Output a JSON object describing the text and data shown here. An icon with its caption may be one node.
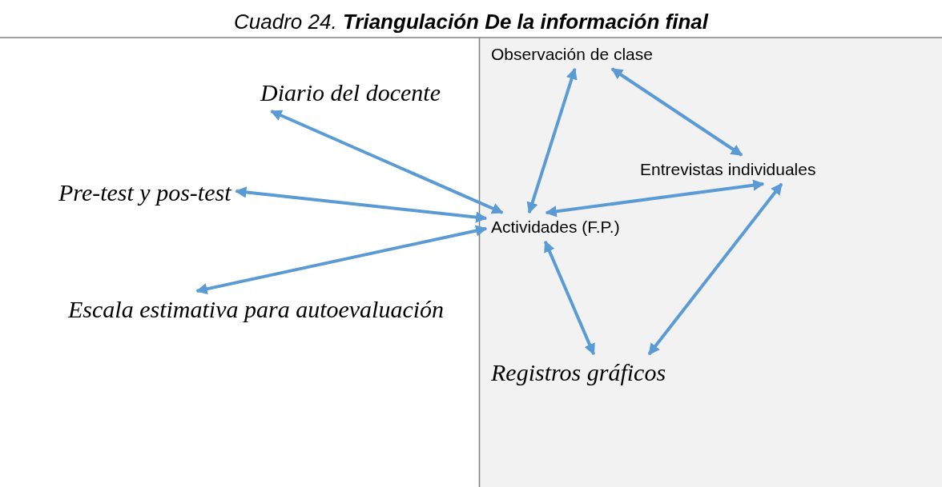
{
  "diagram": {
    "title": "Cuadro 24. **Triangulación** **De la información final**",
    "nodes": [
      {
        "text": [
          "Observación de clase"
        ]
      },
      {
        "text": [
          "Diario del docente"
        ]
      },
      {
        "text": [
          "Entrevistas individuales"
        ]
      },
      {
        "text": [
          "Pre-test y pos-test"
        ]
      },
      {
        "text": [
          "Actividades (F.P.)"
        ]
      },
      {
        "text": [
          "Escala estimativa para autoevaluación"
        ]
      },
      {
        "text": [
          "Registros gráficos"
        ]
      }
    ],
    "edges": [
      {
        "from": 4,
        "to": 0,
        "arrow": "both"
      },
      {
        "from": 0,
        "to": 2,
        "arrow": "both"
      },
      {
        "from": 2,
        "to": 4,
        "arrow": "both"
      },
      {
        "from": 1,
        "to": 4,
        "arrow": "both"
      },
      {
        "from": 3,
        "to": 4,
        "arrow": "both"
      },
      {
        "from": 5,
        "to": 4,
        "arrow": "both"
      },
      {
        "from": 4,
        "to": 6,
        "arrow": "both"
      },
      {
        "from": 2,
        "to": 6,
        "arrow": "both"
      }
    ]
  }
}
